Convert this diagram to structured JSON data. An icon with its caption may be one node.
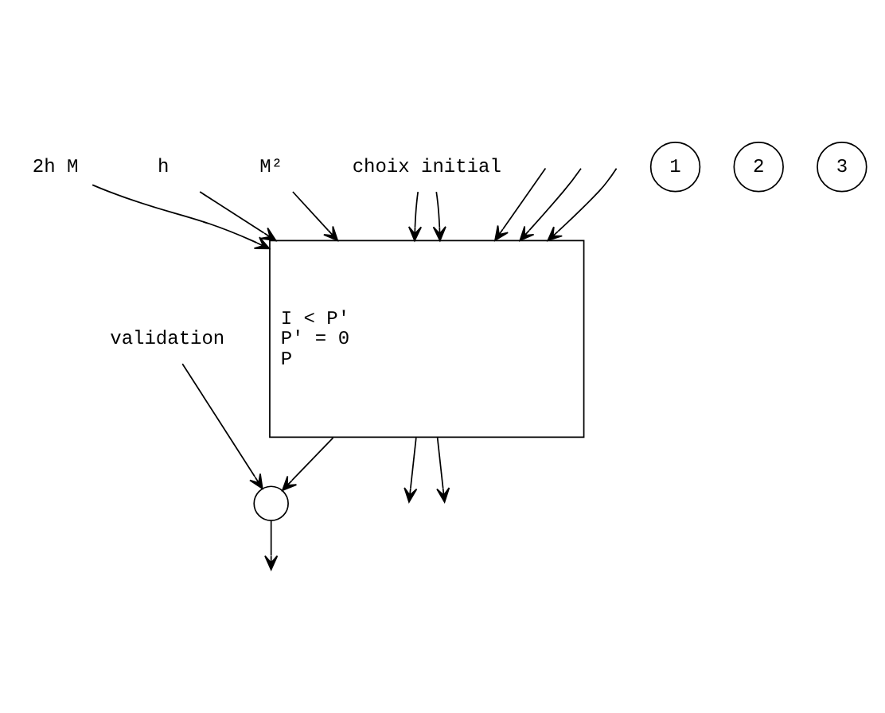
{
  "diagram": {
    "nodes": [
      {
        "text": [
          "I < P'",
          "P' = 0",
          "P"
        ]
      },
      {
        "text": [
          "2h M"
        ]
      },
      {
        "text": [
          "h"
        ]
      },
      {
        "text": [
          "M²"
        ]
      },
      {
        "text": [
          "1"
        ]
      },
      {
        "text": [
          "2"
        ]
      },
      {
        "text": [
          "3"
        ]
      },
      {
        "text": [
          "choix initial"
        ]
      },
      {
        "text": [
          "validation"
        ]
      },
      {
        "text": [],
        "shape": "circle"
      }
    ],
    "edges": [
      {
        "from": 1,
        "to": 0,
        "arrow": "to"
      },
      {
        "from": 2,
        "to": 0,
        "arrow": "to"
      },
      {
        "from": 3,
        "to": 0,
        "arrow": "to"
      },
      {
        "from": null,
        "to": 0,
        "arrow": "to"
      },
      {
        "from": null,
        "to": 0,
        "arrow": "to"
      },
      {
        "from": null,
        "to": 0,
        "arrow": "to"
      },
      {
        "from": 7,
        "to": 0,
        "arrow": "to"
      },
      {
        "from": 7,
        "to": 0,
        "arrow": "to"
      },
      {
        "from": 0,
        "to": null,
        "arrow": "to"
      },
      {
        "from": 0,
        "to": null,
        "arrow": "to"
      },
      {
        "from": 0,
        "to": 9,
        "arrow": "to"
      },
      {
        "from": 8,
        "to": 9,
        "arrow": "to"
      },
      {
        "from": 9,
        "to": null,
        "arrow": "to"
      }
    ]
  }
}
